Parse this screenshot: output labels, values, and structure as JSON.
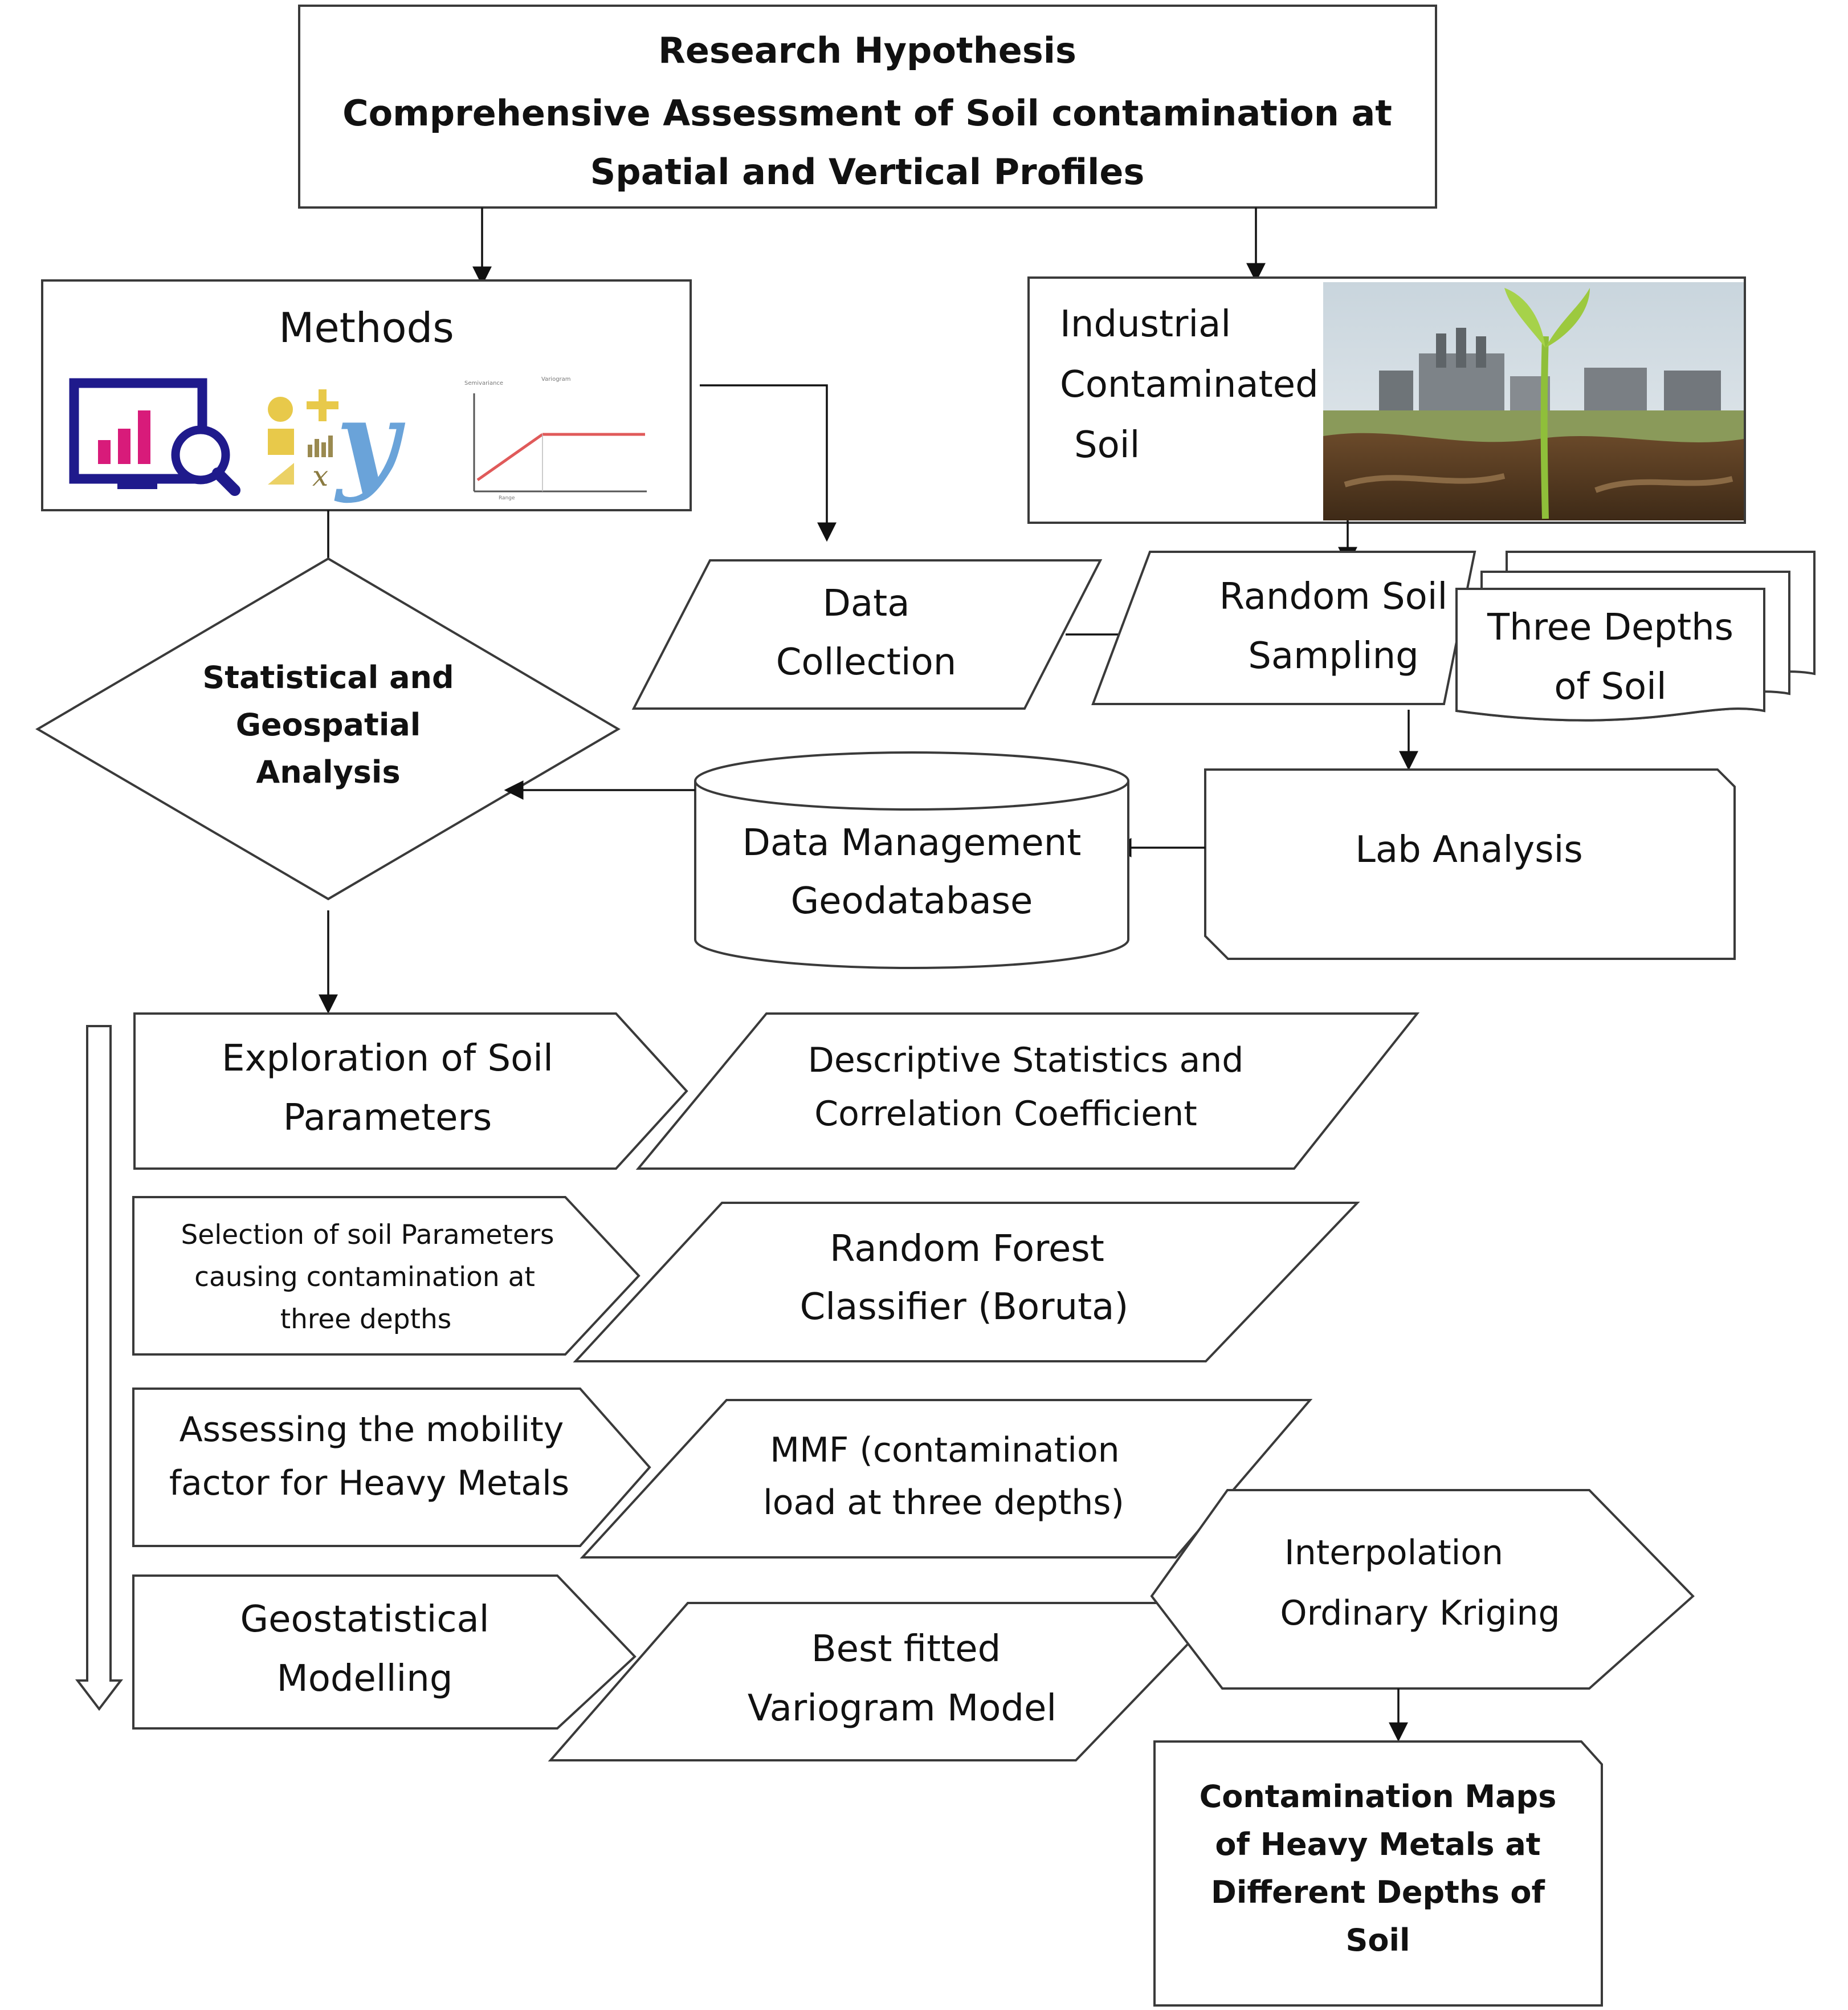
{
  "hypothesis": {
    "line1": "Research Hypothesis",
    "line2": "Comprehensive Assessment of Soil contamination at",
    "line3": "Spatial and Vertical Profiles"
  },
  "methods": {
    "title": "Methods",
    "icons": [
      "chart-magnifier-icon",
      "math-symbols-icon",
      "variogram-graph-icon"
    ]
  },
  "industrial": {
    "line1": "Industrial",
    "line2": "Contaminated",
    "line3": "Soil",
    "image": "factory-soil-seedling-photo"
  },
  "analysis": {
    "line1": "Statistical and",
    "line2": "Geospatial",
    "line3": "Analysis"
  },
  "data_collection": {
    "line1": "Data",
    "line2": "Collection"
  },
  "random_sampling": {
    "line1": "Random Soil",
    "line2": "Sampling"
  },
  "three_depths": {
    "line1": "Three Depths",
    "line2": "of Soil"
  },
  "geodatabase": {
    "line1": "Data Management",
    "line2": "Geodatabase"
  },
  "lab": {
    "label": "Lab Analysis"
  },
  "steps": [
    {
      "left": [
        "Exploration of Soil",
        "Parameters"
      ],
      "right": [
        "Descriptive Statistics and",
        "Correlation Coefficient"
      ]
    },
    {
      "left": [
        "Selection of soil Parameters",
        "causing contamination at",
        "three depths"
      ],
      "right": [
        "Random Forest",
        "Classifier (Boruta)"
      ]
    },
    {
      "left": [
        "Assessing the mobility",
        "factor for Heavy Metals"
      ],
      "right": [
        "MMF (contamination",
        "load at three depths)"
      ]
    },
    {
      "left": [
        "Geostatistical",
        "Modelling"
      ],
      "right": [
        "Best fitted",
        "Variogram Model"
      ]
    }
  ],
  "interpolation": {
    "line1": "Interpolation",
    "line2": "Ordinary Kriging"
  },
  "maps": {
    "line1": "Contamination Maps",
    "line2": "of Heavy Metals at",
    "line3": "Different Depths of",
    "line4": "Soil"
  },
  "colors": {
    "stroke": "#3a3a3a",
    "monitor_blue": "#1f1a8c",
    "bar_pink": "#d81b7a",
    "math_yellow": "#e8c94a",
    "math_blue": "#6aa3d9",
    "variogram_red": "#e05a5a"
  }
}
